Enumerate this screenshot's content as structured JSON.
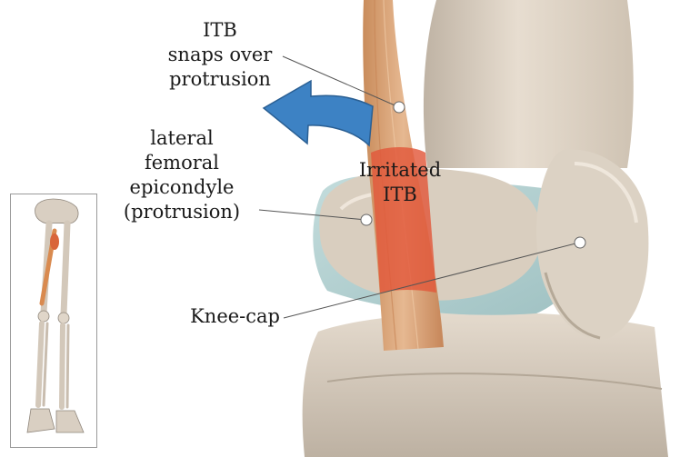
{
  "labels": {
    "itb_line1": "ITB",
    "itb_line2": "snaps over",
    "itb_line3": "protrusion",
    "epi_line1": "lateral",
    "epi_line2": "femoral",
    "epi_line3": "epicondyle",
    "epi_line4": "(protrusion)",
    "irritated_line1": "Irritated",
    "irritated_line2": "ITB",
    "kneecap": "Knee-cap"
  },
  "colors": {
    "bone": "#ddd2c4",
    "bone_shadow": "#b9ad9e",
    "cartilage": "#cfe3e2",
    "itb_band": "#d9a77a",
    "irritated": "#e2583a",
    "arrow": "#3d82c4",
    "leader": "#555555"
  },
  "icons": [
    "motion-arrow-icon",
    "knee-anatomy-illustration",
    "leg-skeleton-thumbnail"
  ]
}
